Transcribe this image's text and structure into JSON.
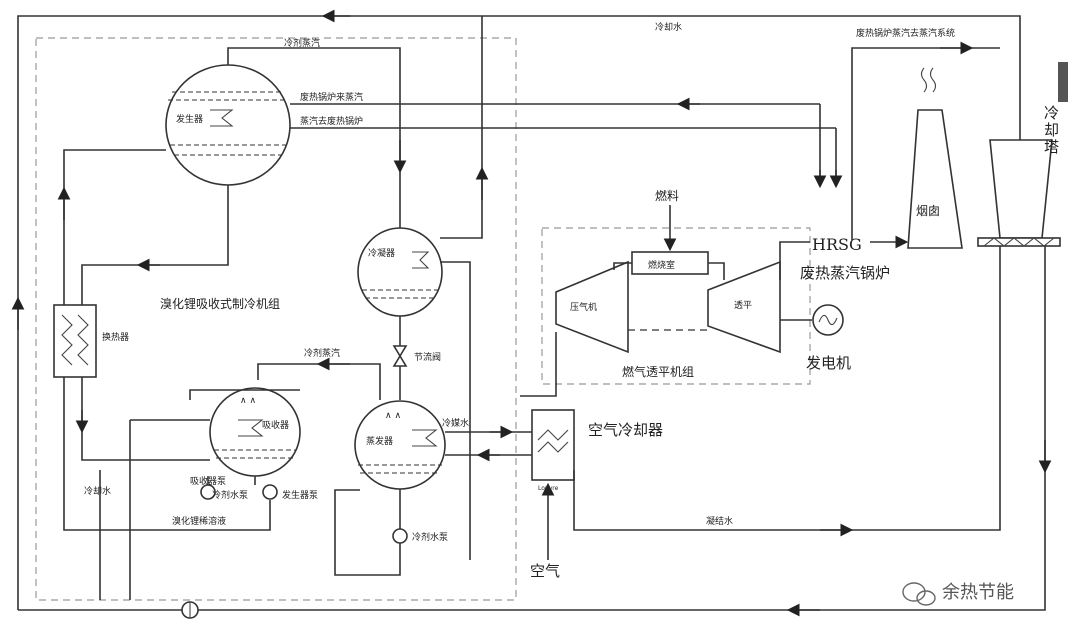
{
  "labels": {
    "cooling_water_top": "冷却水",
    "hrsg_to_steam_system": "废热锅炉蒸汽去蒸汽系统",
    "refrigerant_vapor_top": "冷剂蒸汽",
    "steam_from_hrsg": "废热锅炉来蒸汽",
    "steam_to_hrsg": "蒸汽去废热锅炉",
    "generator": "发生器",
    "condenser": "冷凝器",
    "lithium_bromide_unit": "溴化锂吸收式制冷机组",
    "heat_exchanger": "换热器",
    "throttle_valve": "节流阀",
    "refrigerant_vapor_mid": "冷剂蒸汽",
    "absorber": "吸收器",
    "evaporator": "蒸发器",
    "chilled_water": "冷媒水",
    "absorber_pump": "吸收器泵",
    "refrigerant_pump_small": "冷剂水泵",
    "generator_pump": "发生器泵",
    "cooling_water_left": "冷却水",
    "libr_solution": "溴化锂稀溶液",
    "refrigerant_pump": "冷剂水泵",
    "fuel": "燃料",
    "combustor": "燃烧室",
    "compressor": "压气机",
    "turbine": "透平",
    "gas_turbine_unit": "燃气透平机组",
    "hrsg": "HRSG",
    "hrsg_cn": "废热蒸汽锅炉",
    "generator_electric": "发电机",
    "chimney": "烟囱",
    "cooling_tower": "冷却塔",
    "air_cooler": "空气冷却器",
    "air": "空气",
    "condensate": "凝结水",
    "cooler_note": "Louvre"
  },
  "watermark": {
    "text": "余热节能",
    "icon": "wechat-icon"
  },
  "colors": {
    "line": "#333333",
    "dashed_boundary": "#999999",
    "background": "#ffffff"
  }
}
